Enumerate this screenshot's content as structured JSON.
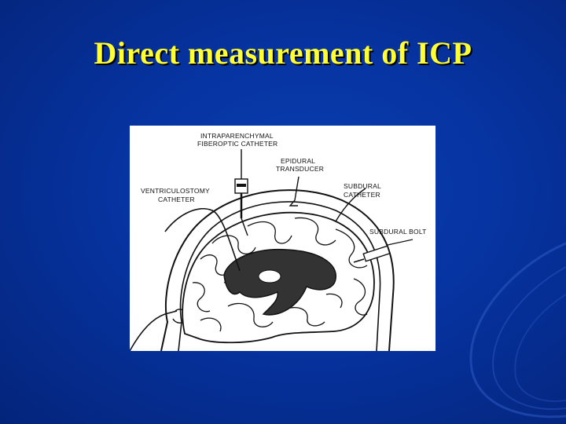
{
  "slide": {
    "title": "Direct measurement of ICP"
  },
  "figure": {
    "labels": {
      "intraparenchymal_line1": "INTRAPARENCHYMAL",
      "intraparenchymal_line2": "FIBEROPTIC CATHETER",
      "epidural_line1": "EPIDURAL",
      "epidural_line2": "TRANSDUCER",
      "ventriculostomy_line1": "VENTRICULOSTOMY",
      "ventriculostomy_line2": "CATHETER",
      "subdural_cath_line1": "SUBDURAL",
      "subdural_cath_line2": "CATHETER",
      "subdural_bolt": "SUBDURAL BOLT"
    }
  },
  "colors": {
    "background": "#0633a0",
    "title": "#ffff33",
    "figure_bg": "#ffffff",
    "ventricle": "#333333"
  }
}
